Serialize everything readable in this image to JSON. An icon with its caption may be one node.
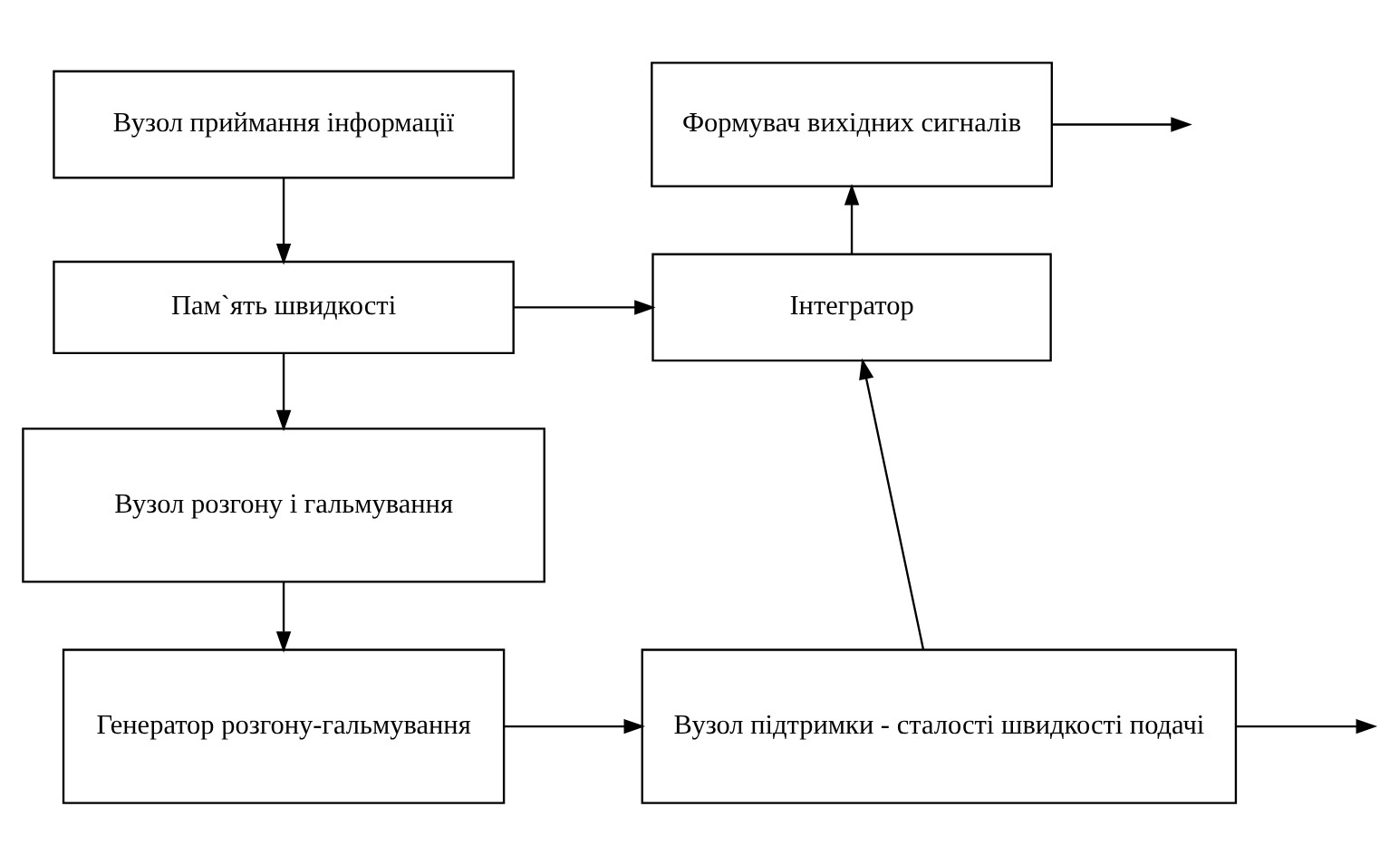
{
  "diagram": {
    "nodes": [
      {
        "text": [
          "Вузол приймання інформації"
        ]
      },
      {
        "text": [
          "Пам`ять швидкості"
        ]
      },
      {
        "text": [
          "Вузол розгону і гальмування"
        ]
      },
      {
        "text": [
          "Генератор розгону-гальмування"
        ]
      },
      {
        "text": [
          "Вузол підтримки - сталості швидкості подачі"
        ]
      },
      {
        "text": [
          "Інтегратор"
        ]
      },
      {
        "text": [
          "Формувач вихідних сигналів"
        ]
      }
    ],
    "edges": [
      {
        "from": 0,
        "to": 1,
        "arrow": "to"
      },
      {
        "from": 1,
        "to": 2,
        "arrow": "to"
      },
      {
        "from": 2,
        "to": 3,
        "arrow": "to"
      },
      {
        "from": 3,
        "to": 4,
        "arrow": "to"
      },
      {
        "from": 4,
        "to": 5,
        "arrow": "to"
      },
      {
        "from": 1,
        "to": 5,
        "arrow": "to"
      },
      {
        "from": 5,
        "to": 6,
        "arrow": "to"
      },
      {
        "from": 6,
        "to": null,
        "arrow": "to"
      },
      {
        "from": 4,
        "to": null,
        "arrow": "to"
      }
    ]
  }
}
